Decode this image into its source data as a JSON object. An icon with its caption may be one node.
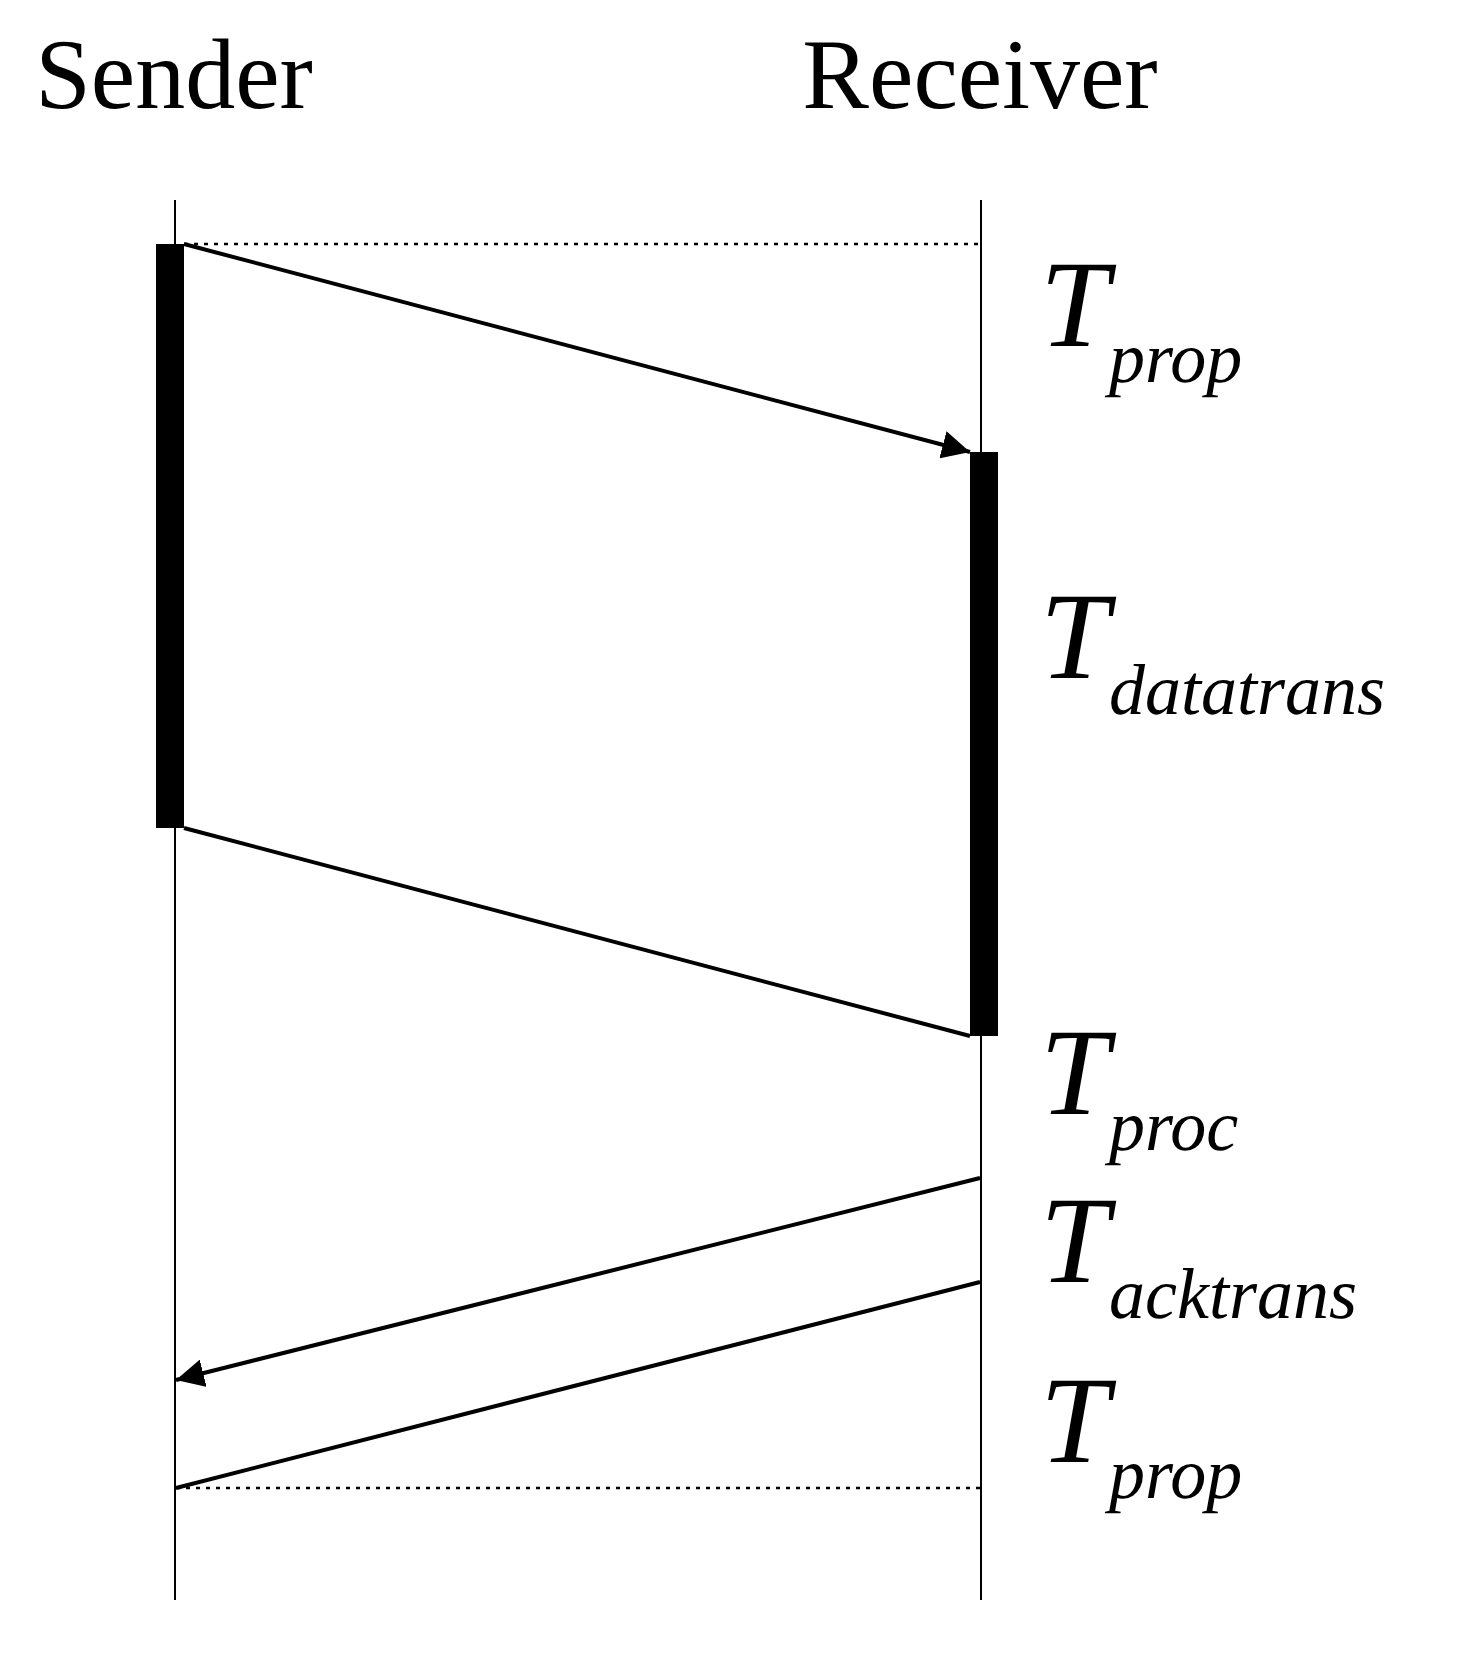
{
  "diagram": {
    "nodes": [
      {
        "text": [
          "Sender"
        ]
      },
      {
        "text": [
          "Receiver"
        ]
      },
      {
        "text": [],
        "shape": "line"
      },
      {
        "text": [],
        "shape": "line"
      },
      {
        "text": [],
        "shape": "bar"
      },
      {
        "text": [],
        "shape": "bar"
      }
    ],
    "edges": [
      {
        "from": 4,
        "to": 5,
        "arrow": "to"
      },
      {
        "from": 4,
        "to": 5,
        "arrow": "none"
      },
      {
        "from": 3,
        "to": 2,
        "arrow": "to"
      },
      {
        "from": 3,
        "to": 2,
        "arrow": "none"
      },
      {
        "from": 4,
        "to": 3,
        "arrow": "none",
        "style": "dashed"
      },
      {
        "from": 2,
        "to": 3,
        "arrow": "none",
        "style": "dashed"
      }
    ],
    "labels": [
      "T$_{prop}$",
      "T$_{datatrans}$",
      "T$_{proc}$",
      "T$_{acktrans}$",
      "T$_{prop}$"
    ]
  }
}
